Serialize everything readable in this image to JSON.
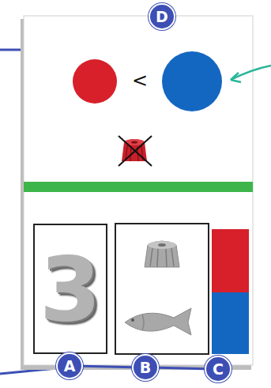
{
  "diagram": {
    "nodes": [
      {
        "text": [
          "D"
        ]
      },
      {
        "text": [
          "3"
        ]
      },
      {
        "text": [
          "A"
        ]
      },
      {
        "text": [
          "B"
        ]
      },
      {
        "text": [
          "C"
        ]
      }
    ],
    "edges": [
      {
        "from": 2,
        "to": 3,
        "arrow": "none"
      },
      {
        "from": 3,
        "to": 4,
        "arrow": "none"
      }
    ],
    "labels": [
      "<"
    ]
  }
}
